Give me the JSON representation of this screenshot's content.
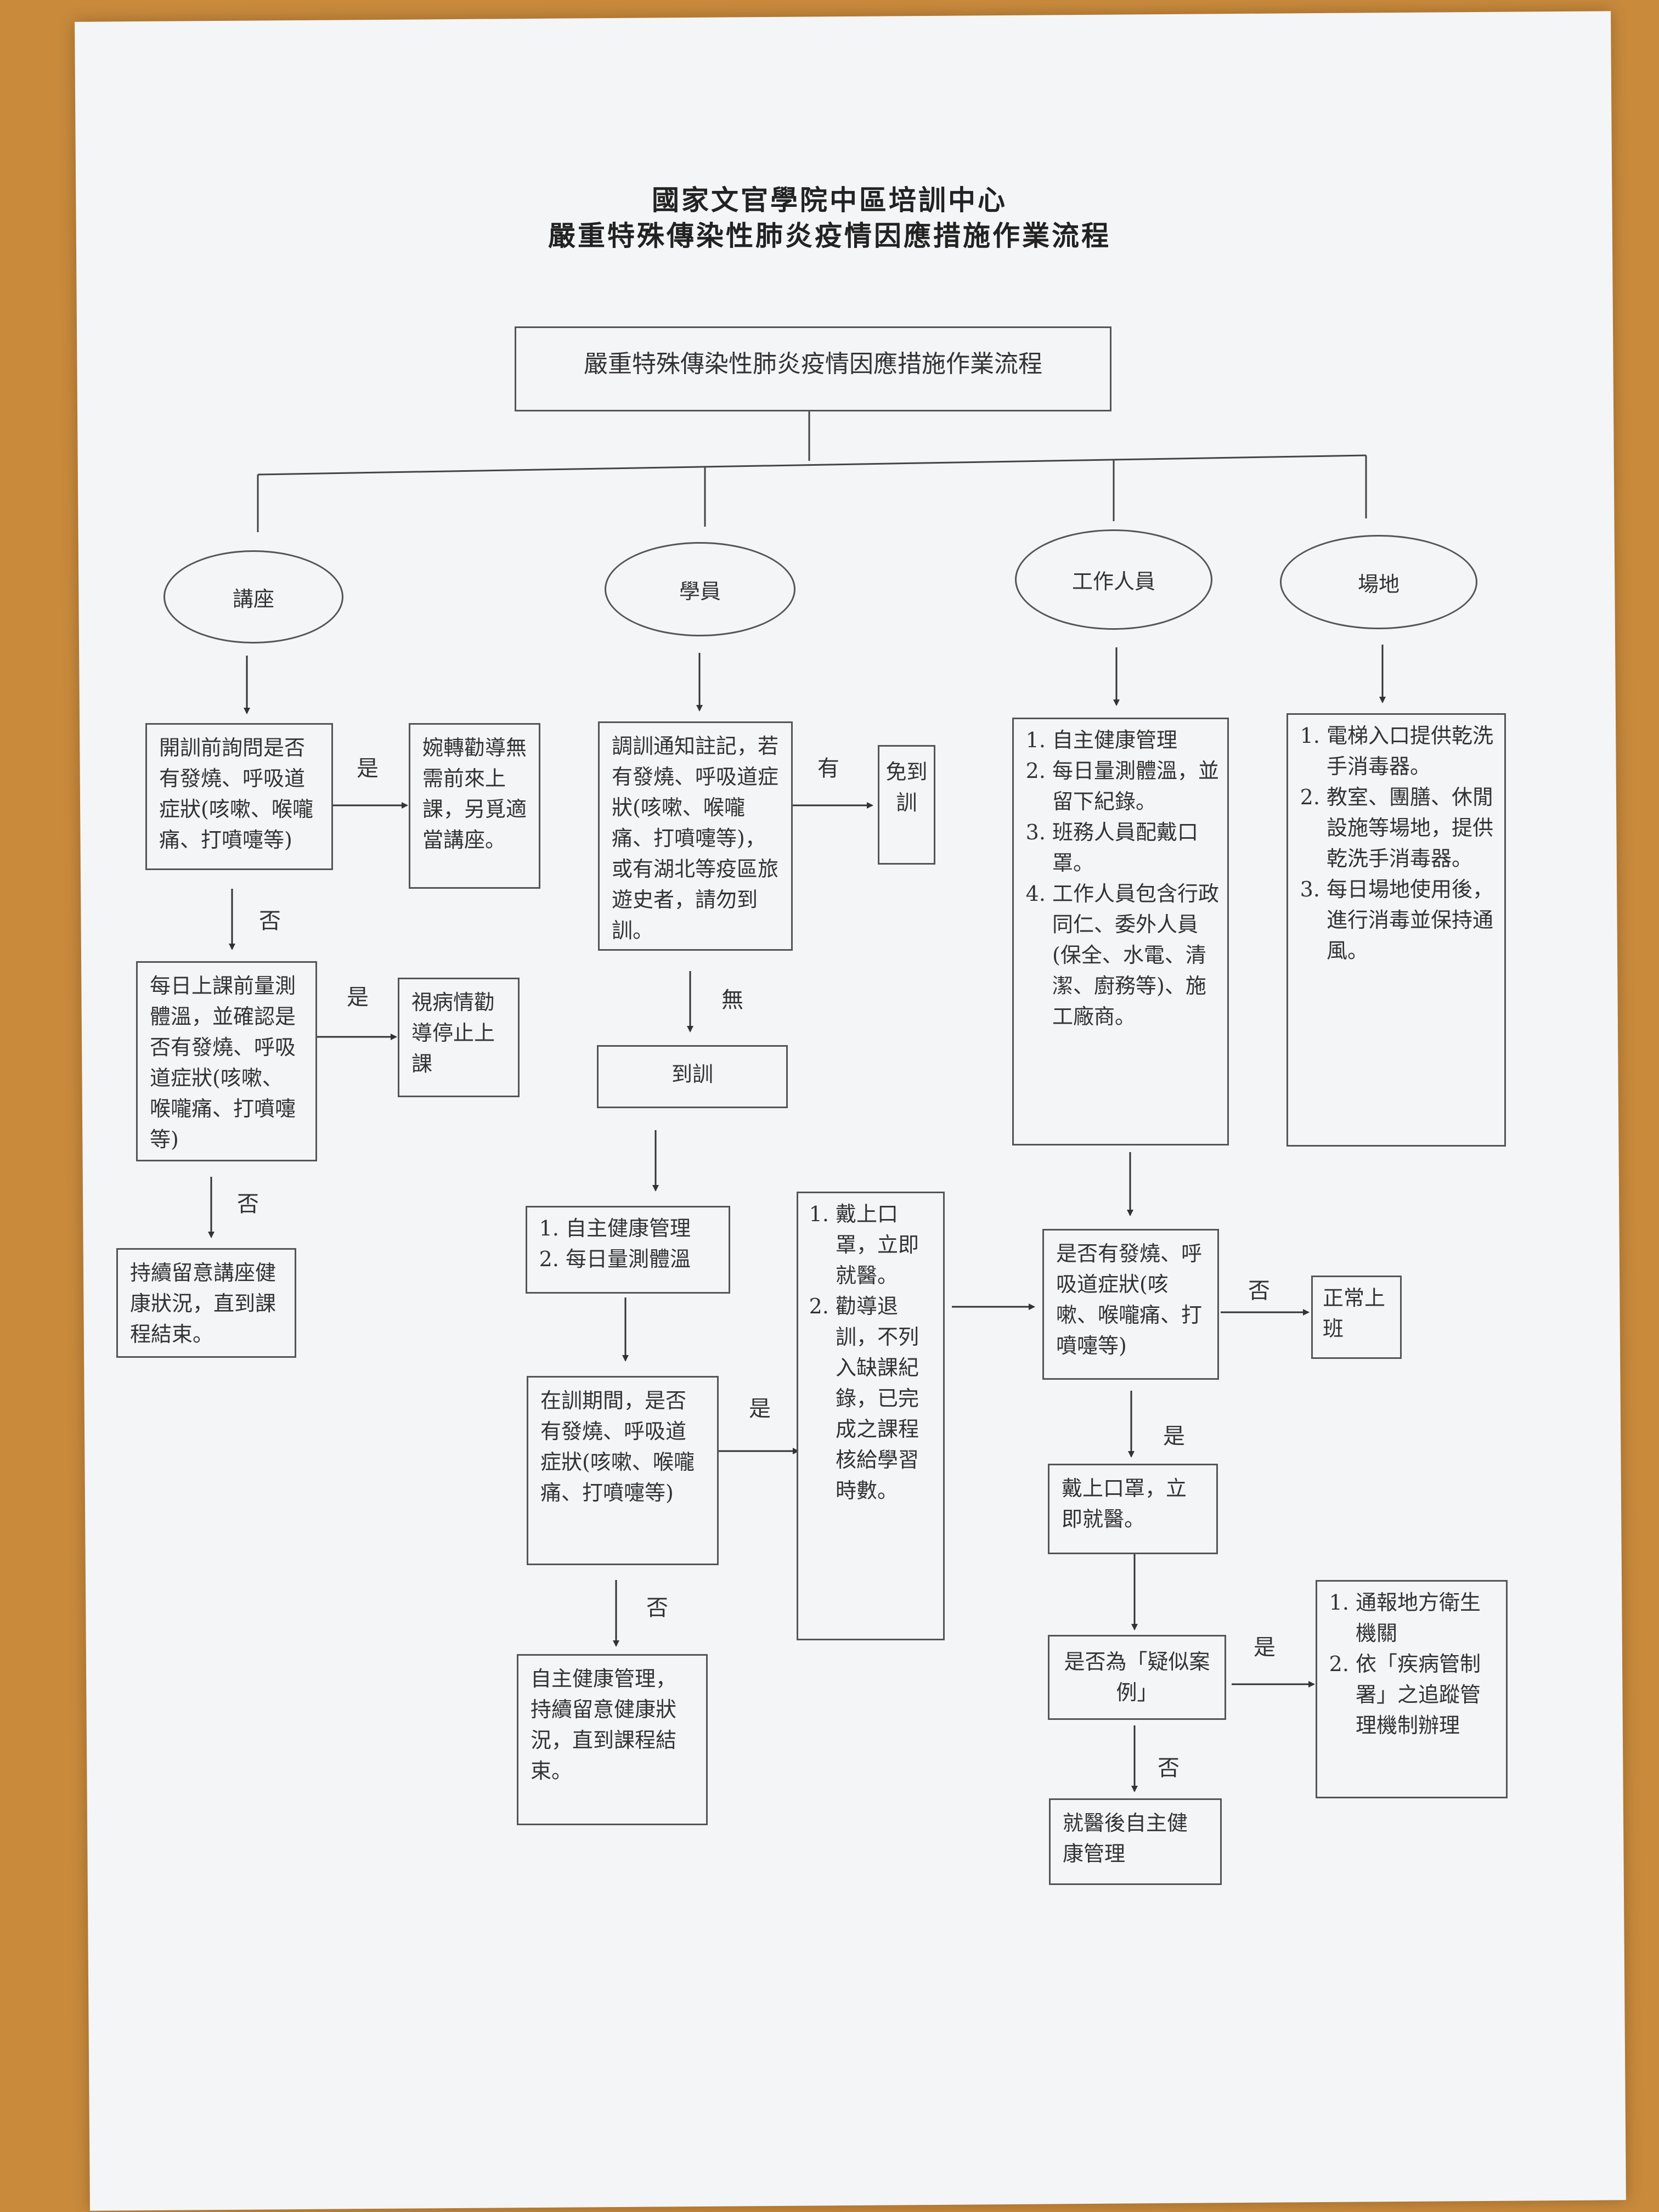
{
  "header": {
    "line1": "國家文官學院中區培訓中心",
    "line2": "嚴重特殊傳染性肺炎疫情因應措施作業流程"
  },
  "root_box": "嚴重特殊傳染性肺炎疫情因應措施作業流程",
  "categories": {
    "lecturer": "講座",
    "student": "學員",
    "staff": "工作人員",
    "venue": "場地"
  },
  "lecturer": {
    "q1": "開訓前詢問是否有發燒、呼吸道症狀(咳嗽、喉嚨痛、打噴嚏等)",
    "yes1": "婉轉勸導無需前來上課，另覓適當講座。",
    "q2": "每日上課前量測體溫，並確認是否有發燒、呼吸道症狀(咳嗽、喉嚨痛、打噴嚏等)",
    "yes2": "視病情勸導停止上課",
    "end": "持續留意講座健康狀況，直到課程結束。"
  },
  "student": {
    "notice": "調訓通知註記，若有發燒、呼吸道症狀(咳嗽、喉嚨痛、打噴嚏等)，或有湖北等疫區旅遊史者，請勿到訓。",
    "exempt": "免到訓",
    "arrive": "到訓",
    "self_mgmt": [
      "自主健康管理",
      "每日量測體溫"
    ],
    "q": "在訓期間，是否有發燒、呼吸道症狀(咳嗽、喉嚨痛、打噴嚏等)",
    "yes_actions": [
      "戴上口罩，立即就醫。",
      "勸導退訓，不列入缺課紀錄，已完成之課程核給學習時數。"
    ],
    "no_end": "自主健康管理，持續留意健康狀況，直到課程結束。"
  },
  "staff": {
    "items": [
      "自主健康管理",
      "每日量測體溫，並留下紀錄。",
      "班務人員配戴口罩。",
      "工作人員包含行政同仁、委外人員(保全、水電、清潔、廚務等)、施工廠商。"
    ],
    "q": "是否有發燒、呼吸道症狀(咳嗽、喉嚨痛、打噴嚏等)",
    "normal": "正常上班",
    "mask": "戴上口罩，立即就醫。",
    "suspect": "是否為「疑似案例」",
    "report": [
      "通報地方衛生機關",
      "依「疾病管制署」之追蹤管理機制辦理"
    ],
    "after": "就醫後自主健康管理"
  },
  "venue": {
    "items": [
      "電梯入口提供乾洗手消毒器。",
      "教室、團膳、休閒設施等場地，提供乾洗手消毒器。",
      "每日場地使用後，進行消毒並保持通風。"
    ]
  },
  "labels": {
    "yes": "是",
    "no": "否",
    "have": "有",
    "none": "無"
  }
}
